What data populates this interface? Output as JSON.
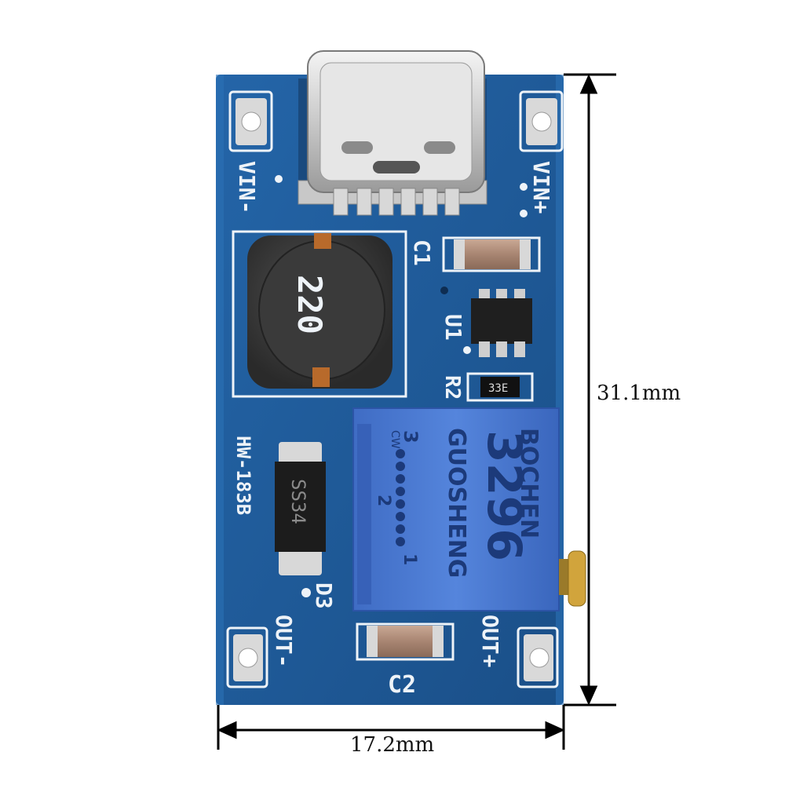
{
  "labels": {
    "vin_minus": "VIN-",
    "vin_plus": "VIN+",
    "out_minus": "OUT-",
    "out_plus": "OUT+",
    "c1": "C1",
    "c2": "C2",
    "u1": "U1",
    "r2": "R2",
    "d3": "D3",
    "board_id": "HW-183B",
    "inductor_value": "220",
    "diode_marking": "SS34",
    "resistor_marking": "33E",
    "pot_brand": "BOCHEN",
    "pot_model": "3296",
    "pot_maker": "GUOSHENG",
    "pot_pin3": "3",
    "pot_cw": "CW",
    "pot_pin1": "1",
    "pot_pin2": "2"
  },
  "dimensions": {
    "height_label": "31.1mm",
    "width_label": "17.2mm"
  },
  "colors": {
    "pcb": "#1f5d9c",
    "silkscreen": "#eef3f8",
    "potentiometer": "#4a78d0",
    "inductor": "#3c3c3c"
  }
}
